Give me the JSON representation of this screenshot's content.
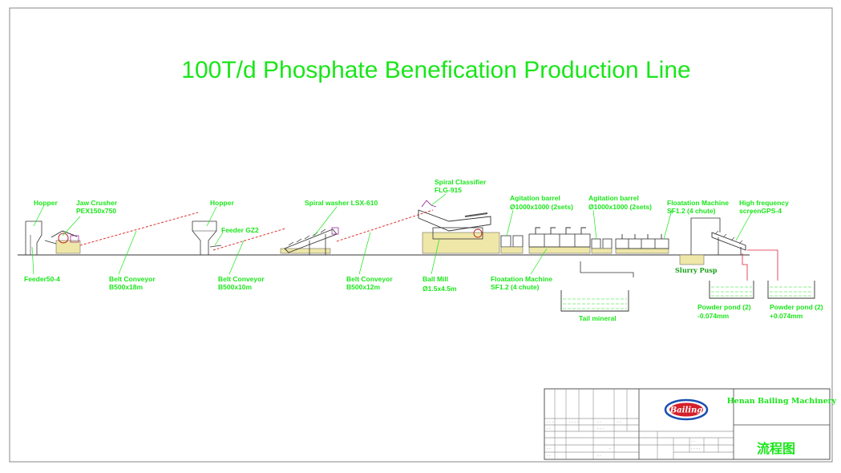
{
  "title": "100T/d Phosphate Benefication Production Line",
  "labels": {
    "hopper_1": "Hopper",
    "jaw_crusher_1": "Jaw Crusher",
    "jaw_crusher_2": "PEX150x750",
    "feeder_1": "Feeder50-4",
    "belt_1_a": "Belt Conveyor",
    "belt_1_b": "B500x18m",
    "hopper_2": "Hopper",
    "feeder_2": "Feeder GZ2",
    "belt_2_a": "Belt Conveyor",
    "belt_2_b": "B500x10m",
    "washer": "Spiral washer LSX-610",
    "belt_3_a": "Belt Conveyor",
    "belt_3_b": "B500x12m",
    "classifier_a": "Spiral Classifier",
    "classifier_b": "FLG-915",
    "ball_mill_a": "Ball Mill",
    "ball_mill_b": "Ø1.5x4.5m",
    "agitation_1_a": "Agitation barrel",
    "agitation_1_b": "Ø1000x1000 (2sets)",
    "agitation_2_a": "Agitation barrel",
    "agitation_2_b": "Ø1000x1000 (2sets)",
    "flot_1_a": "Floatation Machine",
    "flot_1_b": "SF1.2 (4 chute)",
    "flot_2_a": "Floatation Machine",
    "flot_2_b": "SF1.2 (4 chute)",
    "screen_a": "High frequency",
    "screen_b": "screenGPS-4",
    "slurry_pump": "Slurry Pusp",
    "tail": "Tail mineral",
    "pond_1_a": "Powder pond (2)",
    "pond_1_b": "-0.074mm",
    "pond_2_a": "Powder pond (2)",
    "pond_2_b": "+0.074mm"
  },
  "title_block": {
    "company": "Henan Bailing Machinery",
    "logo": "Bailing",
    "drawing_name": "流程图"
  },
  "colors": {
    "label": "#19e619",
    "equipment": "#333333",
    "belt": "#dd3333",
    "pipe": "#e0203a",
    "logo_red": "#d4202a",
    "logo_blue": "#1a4fb0"
  }
}
